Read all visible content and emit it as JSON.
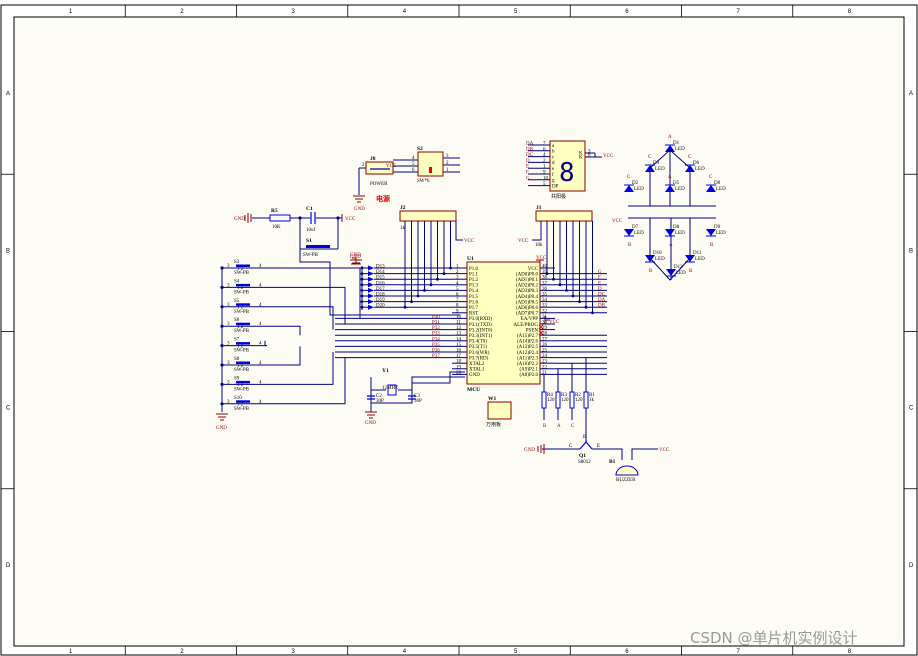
{
  "sheet": {
    "columns": [
      "1",
      "2",
      "3",
      "4",
      "5",
      "6",
      "7",
      "8"
    ],
    "rows": [
      "A",
      "B",
      "C",
      "D"
    ]
  },
  "power": {
    "jack_ref": "J8",
    "jack_name": "POWER",
    "vcc": "VCC",
    "gnd": "GND",
    "switch_ref": "S2",
    "switch_name": "SW*6",
    "label_cn": "电源",
    "switch_pins": [
      "4",
      "5",
      "6",
      "3",
      "2",
      "1"
    ],
    "jack_pin": "2"
  },
  "reset": {
    "gnd": "GND",
    "r_ref": "R5",
    "r_val": "10K",
    "c_ref": "C1",
    "c_val": "10uf",
    "vcc": "VCC",
    "s_ref": "S1",
    "s_name": "SW-PB",
    "gnd2": "GND"
  },
  "mcu": {
    "ref": "U1",
    "name": "MCU",
    "left_pins": [
      {
        "n": "1",
        "l": "P1.0"
      },
      {
        "n": "2",
        "l": "P1.1"
      },
      {
        "n": "3",
        "l": "P1.2"
      },
      {
        "n": "4",
        "l": "P1.3"
      },
      {
        "n": "5",
        "l": "P1.4"
      },
      {
        "n": "6",
        "l": "P1.5"
      },
      {
        "n": "7",
        "l": "P1.6"
      },
      {
        "n": "8",
        "l": "P1.7"
      },
      {
        "n": "9",
        "l": "RST"
      },
      {
        "n": "10",
        "l": "P3.0(RXD)"
      },
      {
        "n": "11",
        "l": "P3.1(TXD)"
      },
      {
        "n": "12",
        "l": "P3.2(INT0)"
      },
      {
        "n": "13",
        "l": "P3.3(INT1)"
      },
      {
        "n": "14",
        "l": "P3.4(T0)"
      },
      {
        "n": "15",
        "l": "P3.5(T1)"
      },
      {
        "n": "16",
        "l": "P3.6(WR)"
      },
      {
        "n": "17",
        "l": "P3.7(RD)"
      },
      {
        "n": "18",
        "l": "XTAL2"
      },
      {
        "n": "19",
        "l": "XTAL1"
      },
      {
        "n": "20",
        "l": "GND"
      }
    ],
    "right_pins": [
      {
        "n": "40",
        "l": "VCC"
      },
      {
        "n": "39",
        "l": "(AD0)P0.0"
      },
      {
        "n": "38",
        "l": "(AD1)P0.1"
      },
      {
        "n": "37",
        "l": "(AD2)P0.2"
      },
      {
        "n": "36",
        "l": "(AD3)P0.3"
      },
      {
        "n": "35",
        "l": "(AD4)P0.4"
      },
      {
        "n": "34",
        "l": "(AD5)P0.5"
      },
      {
        "n": "33",
        "l": "(AD6)P0.6"
      },
      {
        "n": "32",
        "l": "(AD7)P0.7"
      },
      {
        "n": "31",
        "l": "EA/VPP"
      },
      {
        "n": "30",
        "l": "ALE/PROG"
      },
      {
        "n": "29",
        "l": "PSEN"
      },
      {
        "n": "28",
        "l": "(A15)P2.7"
      },
      {
        "n": "27",
        "l": "(A14)P2.6"
      },
      {
        "n": "26",
        "l": "(A13)P2.5"
      },
      {
        "n": "25",
        "l": "(A12)P2.4"
      },
      {
        "n": "24",
        "l": "(A11)P2.3"
      },
      {
        "n": "23",
        "l": "(A10)P2.2"
      },
      {
        "n": "22",
        "l": "(A9)P2.1"
      },
      {
        "n": "21",
        "l": "(A8)P2.0"
      }
    ],
    "p0_nets": [
      "G",
      "F",
      "E",
      "D",
      "DC",
      "DA",
      "DB"
    ],
    "p3_nets": [
      "P30",
      "P31",
      "P32",
      "P33",
      "P34",
      "P35",
      "P36",
      "P37"
    ],
    "vcc": "VCC"
  },
  "keys": {
    "items": [
      {
        "ref": "S3"
      },
      {
        "ref": "S4"
      },
      {
        "ref": "S5"
      },
      {
        "ref": "S6"
      },
      {
        "ref": "S7"
      },
      {
        "ref": "S8"
      },
      {
        "ref": "S9"
      },
      {
        "ref": "S10"
      }
    ],
    "name": "SW-PB",
    "pin_a": "3",
    "pin_b": "4",
    "pin_mid": "1 2",
    "gnd": "GND"
  },
  "led_bar": {
    "gnd": "GND",
    "items": [
      "D13",
      "D14",
      "D15",
      "D16",
      "D17",
      "D18",
      "D19",
      "D20"
    ]
  },
  "j2": {
    "ref": "J2",
    "val": "1k",
    "vcc": "VCC"
  },
  "j1": {
    "ref": "J1",
    "val": "10k",
    "vcc": "VCC"
  },
  "seg": {
    "name": "共阳极",
    "left": [
      {
        "net": "DA",
        "n": "7",
        "s": "a"
      },
      {
        "net": "DB",
        "n": "6",
        "s": "b"
      },
      {
        "net": "DC",
        "n": "4",
        "s": "c"
      },
      {
        "net": "D",
        "n": "2",
        "s": "d"
      },
      {
        "net": "E",
        "n": "1",
        "s": "e"
      },
      {
        "net": "F",
        "n": "9",
        "s": "f"
      },
      {
        "net": "G",
        "n": "10",
        "s": "g"
      },
      {
        "net": "",
        "n": "5",
        "s": "DP"
      }
    ],
    "right": [
      {
        "n": "3",
        "s": "K"
      },
      {
        "n": "8",
        "s": "K"
      }
    ],
    "vcc": "VCC",
    "digit": "8"
  },
  "leds": {
    "top": [
      {
        "ref": "D1",
        "v": "LED",
        "t": "A"
      },
      {
        "ref": "D4",
        "v": "LED",
        "t": "C"
      },
      {
        "ref": "D6",
        "v": "LED",
        "t": "C"
      },
      {
        "ref": "D2",
        "v": "LED",
        "t": "C"
      },
      {
        "ref": "D5",
        "v": "LED",
        "t": "A"
      },
      {
        "ref": "D8",
        "v": "LED",
        "t": "C"
      }
    ],
    "bottom": [
      {
        "ref": "D7",
        "v": "LED",
        "t": "B"
      },
      {
        "ref": "D8",
        "v": "LED",
        "t": "A"
      },
      {
        "ref": "D9",
        "v": "LED",
        "t": "B"
      },
      {
        "ref": "D10",
        "v": "LED",
        "t": "B"
      },
      {
        "ref": "D11",
        "v": "LED",
        "t": "B"
      },
      {
        "ref": "D12",
        "v": "LED",
        "t": ""
      }
    ],
    "vcc": "VCC"
  },
  "crystal": {
    "ref": "Y1",
    "val": "12MHZ",
    "c2": "C2",
    "c2v": "30P",
    "c3": "C3",
    "c3v": "30P",
    "gnd": "GND"
  },
  "board": {
    "ref": "W1",
    "name": "万用板"
  },
  "driver": {
    "resistors": [
      {
        "ref": "R4",
        "v": "120",
        "net": "B"
      },
      {
        "ref": "R3",
        "v": "120",
        "net": "A"
      },
      {
        "ref": "R2",
        "v": "120",
        "net": "C"
      },
      {
        "ref": "R1",
        "v": "1k",
        "net": ""
      }
    ],
    "q_ref": "Q1",
    "q_name": "S8012",
    "q_c": "C",
    "q_e": "E",
    "q_b": "B",
    "gnd": "GND",
    "vcc": "VCC",
    "bz_ref": "B1",
    "bz_name": "BUZZER"
  },
  "watermark": "CSDN @单片机实例设计"
}
